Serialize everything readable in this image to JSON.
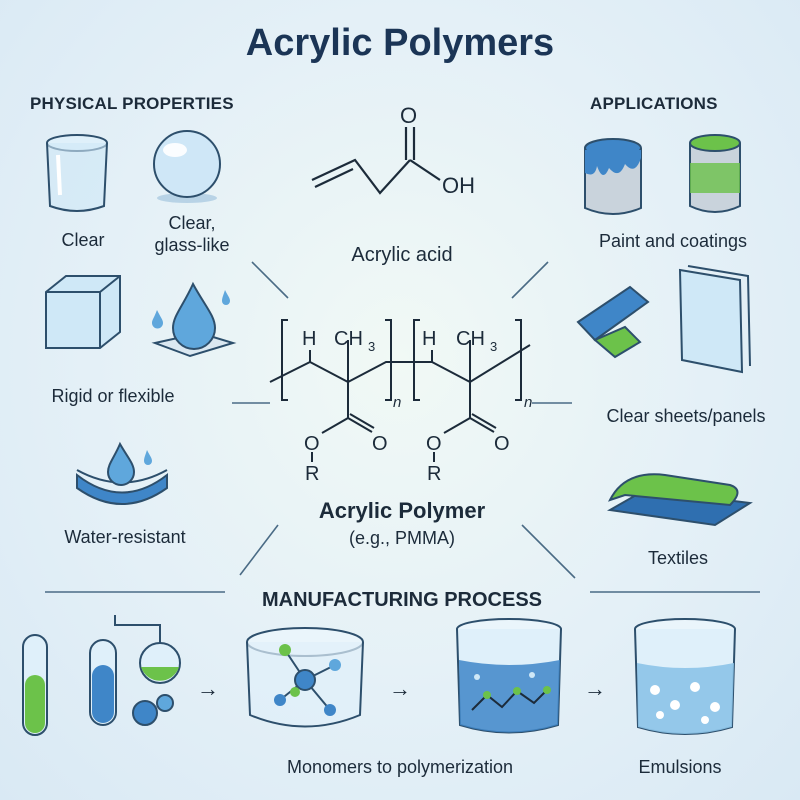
{
  "title": "Acrylic Polymers",
  "sections": {
    "physical": "PHYSICAL PROPERTIES",
    "applications": "APPLICATIONS",
    "manufacturing": "MANUFACTURING PROCESS"
  },
  "physical_properties": {
    "clear": "Clear",
    "glass_like_1": "Clear,",
    "glass_like_2": "glass-like",
    "rigid": "Rigid or flexible",
    "water": "Water-resistant"
  },
  "applications": {
    "paint": "Paint and coatings",
    "sheets": "Clear sheets/panels",
    "textiles": "Textiles"
  },
  "acid": {
    "label": "Acrylic acid",
    "o": "O",
    "oh": "OH"
  },
  "polymer": {
    "label": "Acrylic Polymer",
    "example": "(e.g., PMMA)",
    "h": "H",
    "ch3": "CH",
    "sub3": "3",
    "n": "n",
    "o": "O",
    "r": "R"
  },
  "manufacturing": {
    "step": "Monomers  to polymerization",
    "emulsions": "Emulsions",
    "arrow": "→"
  },
  "colors": {
    "title": "#1b3556",
    "glass": "#bfe0f3",
    "green": "#6cc24a",
    "blue": "#3f86c8"
  }
}
